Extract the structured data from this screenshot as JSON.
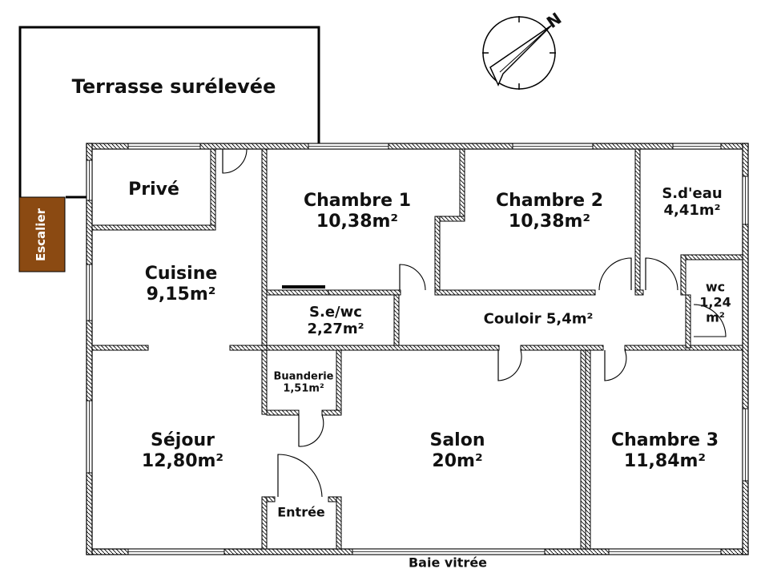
{
  "plan": {
    "terrace": "Terrasse surélevée",
    "stair": "Escalier",
    "compass_letter": "N",
    "window_bay": "Baie vitrée",
    "entrance": "Entrée",
    "rooms": {
      "prive": {
        "name": "Privé"
      },
      "cuisine": {
        "name": "Cuisine",
        "area": "9,15m²"
      },
      "chambre1": {
        "name": "Chambre 1",
        "area": "10,38m²"
      },
      "chambre2": {
        "name": "Chambre 2",
        "area": "10,38m²"
      },
      "sdeau": {
        "name": "S.d'eau",
        "area": "4,41m²"
      },
      "wc": {
        "name": "wc",
        "area_line1": "1,24",
        "area_line2": "m²"
      },
      "sewc": {
        "name": "S.e/wc",
        "area": "2,27m²"
      },
      "couloir": {
        "label": "Couloir 5,4m²"
      },
      "buanderie": {
        "name": "Buanderie",
        "area": "1,51m²"
      },
      "sejour": {
        "name": "Séjour",
        "area": "12,80m²"
      },
      "salon": {
        "name": "Salon",
        "area": "20m²"
      },
      "chambre3": {
        "name": "Chambre 3",
        "area": "11,84m²"
      }
    },
    "colors": {
      "wall": "#000000",
      "stair": "#8b4a12",
      "background": "#ffffff"
    }
  }
}
